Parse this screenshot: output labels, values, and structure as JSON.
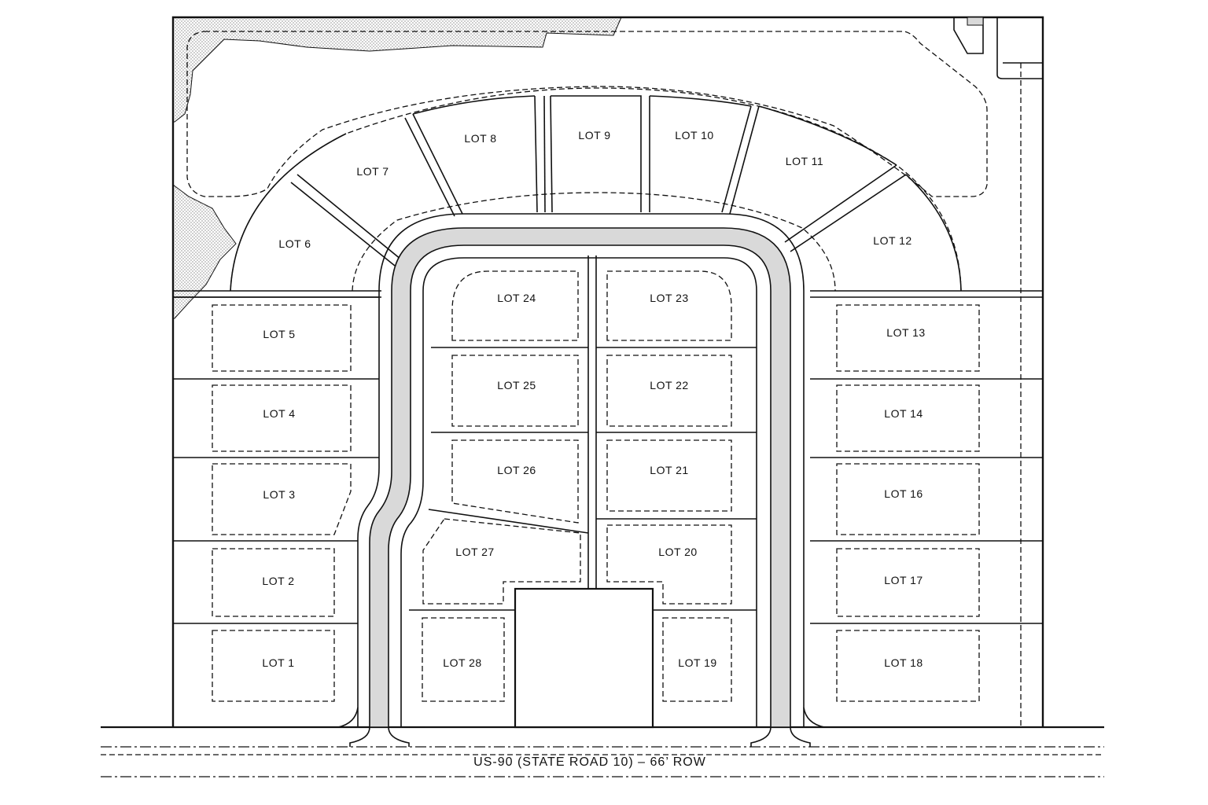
{
  "road": {
    "label": "US-90 (STATE ROAD 10) – 66’ ROW"
  },
  "lots": {
    "l1": "LOT 1",
    "l2": "LOT 2",
    "l3": "LOT 3",
    "l4": "LOT 4",
    "l5": "LOT 5",
    "l6": "LOT 6",
    "l7": "LOT 7",
    "l8": "LOT 8",
    "l9": "LOT 9",
    "l10": "LOT 10",
    "l11": "LOT 11",
    "l12": "LOT 12",
    "l13": "LOT 13",
    "l14": "LOT 14",
    "l16": "LOT 16",
    "l17": "LOT 17",
    "l18": "LOT 18",
    "l19": "LOT 19",
    "l20": "LOT 20",
    "l21": "LOT 21",
    "l22": "LOT 22",
    "l23": "LOT 23",
    "l24": "LOT 24",
    "l25": "LOT 25",
    "l26": "LOT 26",
    "l27": "LOT 27",
    "l28": "LOT 28"
  },
  "colors": {
    "line": "#111111",
    "road_fill": "#d9d9d9",
    "wetland_dots": "#555555"
  }
}
